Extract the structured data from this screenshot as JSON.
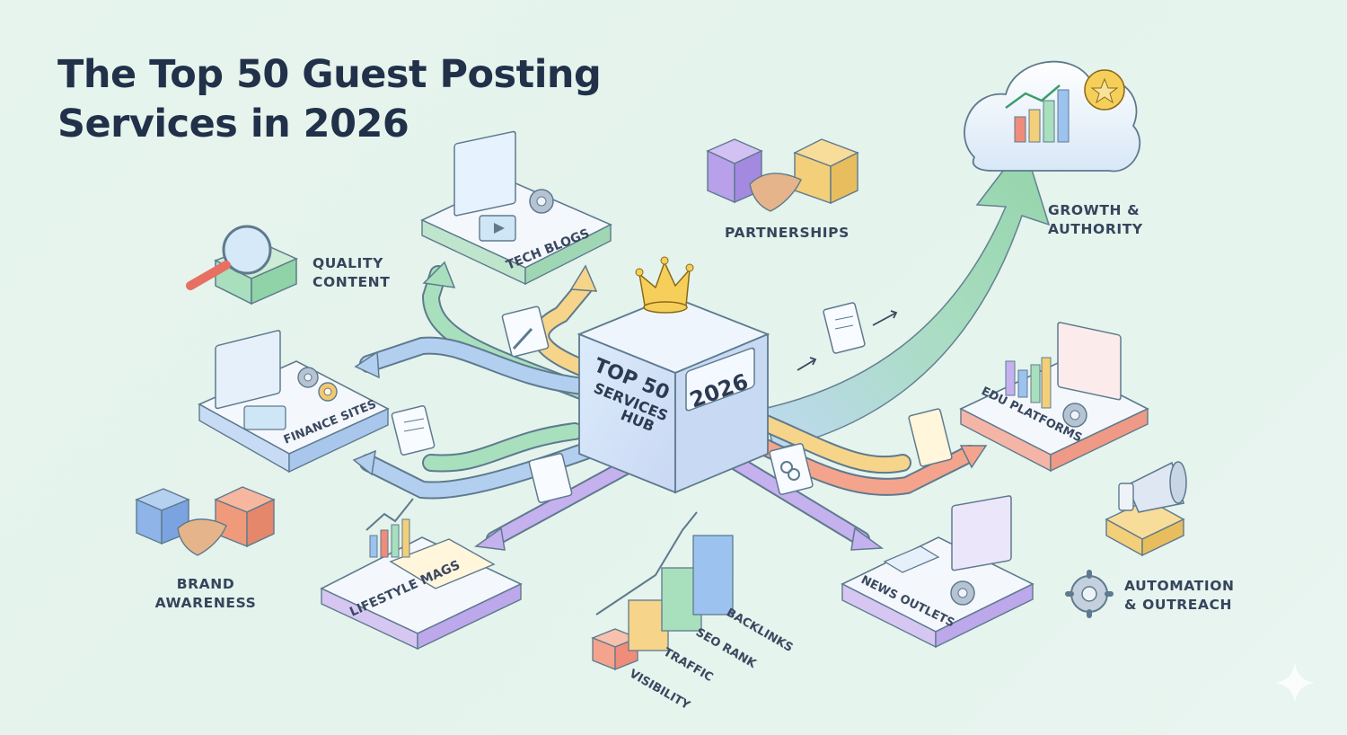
{
  "title": "The Top 50 Guest Posting Services in 2026",
  "hub": {
    "line1": "TOP 50",
    "line2": "SERVICES",
    "line3": "HUB",
    "year": "2026"
  },
  "labels": {
    "quality": [
      "QUALITY",
      "CONTENT"
    ],
    "partnerships": "PARTNERSHIPS",
    "growth": [
      "GROWTH &",
      "AUTHORITY"
    ],
    "brand": [
      "BRAND",
      "AWARENESS"
    ],
    "automation": [
      "AUTOMATION",
      "& OUTREACH"
    ]
  },
  "platforms": {
    "tech": "TECH BLOGS",
    "finance": "FINANCE SITES",
    "edu": "EDU PLATFORMS",
    "lifestyle": "LIFESTYLE MAGS",
    "news": "NEWS OUTLETS"
  },
  "metrics": [
    "VISIBILITY",
    "TRAFFIC",
    "SEO RANK",
    "BACKLINKS"
  ],
  "colors": {
    "title": "#22314a",
    "green": "#8fd3a6",
    "blue": "#9cc3ef",
    "purple": "#b49ae6",
    "orange": "#f0a37e",
    "yellow": "#f3cf7a",
    "red": "#ef8c7a",
    "crown": "#f2c94c"
  },
  "icons": [
    "magnifier-icon",
    "handshake-icon",
    "crown-icon",
    "cloud-chart-icon",
    "star-badge-icon",
    "megaphone-icon",
    "gear-icon",
    "document-icon",
    "pencil-icon",
    "link-icon"
  ]
}
